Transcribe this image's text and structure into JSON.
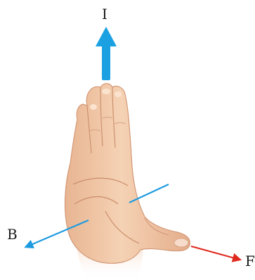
{
  "labels": {
    "current": "I",
    "field": "B",
    "force": "F"
  },
  "colors": {
    "current_arrow": "#1ba0e2",
    "field_arrow": "#1e9be0",
    "force_arrow": "#e02a1f",
    "skin": "#f2c9a6",
    "skin_shadow": "#d59a78",
    "outline": "#c98d6a"
  },
  "icons": {
    "hand": "right-hand-palm-icon"
  }
}
